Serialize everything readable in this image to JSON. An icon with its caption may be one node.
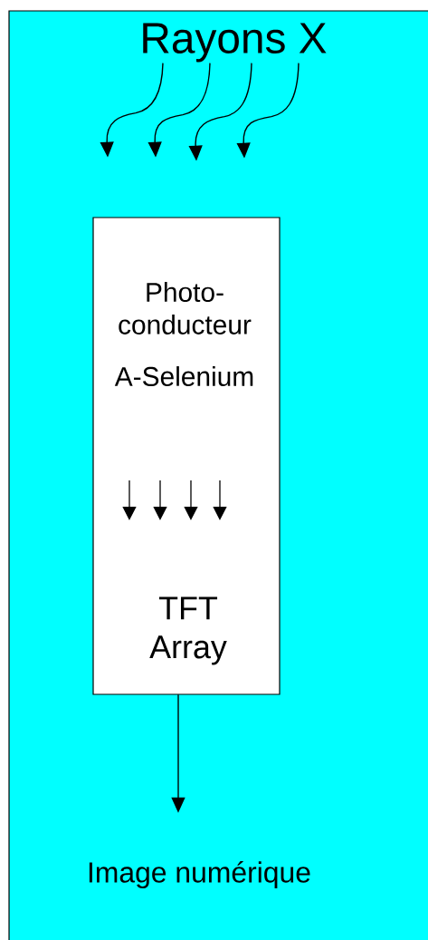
{
  "diagram": {
    "nodes": [
      {
        "text": [
          "Rayons X"
        ]
      },
      {
        "text": [
          "Photo- conducteur",
          "A-Selenium",
          "TFT Array"
        ]
      },
      {
        "text": [
          "Image numérique"
        ]
      }
    ],
    "edges": [
      {
        "from": 0,
        "to": null,
        "arrow": "to"
      },
      {
        "from": 0,
        "to": null,
        "arrow": "to"
      },
      {
        "from": 0,
        "to": null,
        "arrow": "to"
      },
      {
        "from": 0,
        "to": null,
        "arrow": "to"
      },
      {
        "from": 1,
        "to": 2,
        "arrow": "to"
      }
    ]
  }
}
